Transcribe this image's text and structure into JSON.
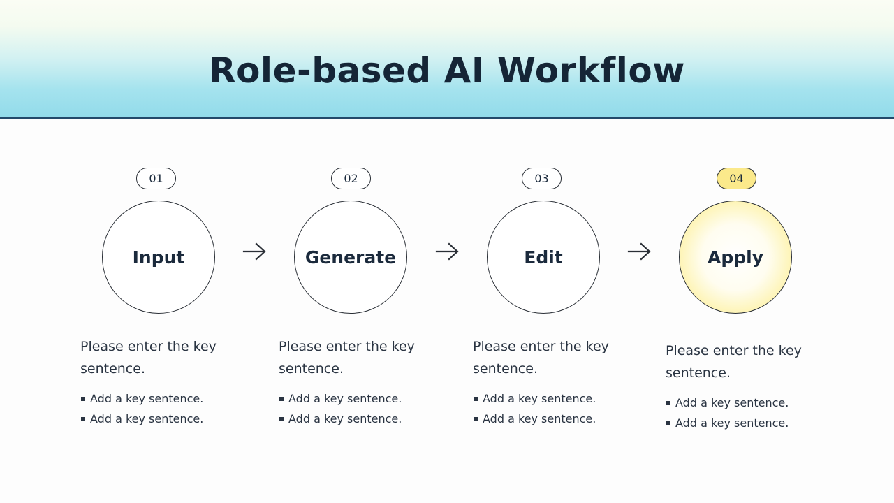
{
  "title": "Role-based AI Workflow",
  "steps": [
    {
      "num": "01",
      "label": "Input",
      "desc": "Please enter the key sentence.",
      "bullets": [
        "Add a key sentence.",
        "Add a key sentence."
      ]
    },
    {
      "num": "02",
      "label": "Generate",
      "desc": "Please enter the key sentence.",
      "bullets": [
        "Add a key sentence.",
        "Add a key sentence."
      ]
    },
    {
      "num": "03",
      "label": "Edit",
      "desc": "Please enter the key sentence.",
      "bullets": [
        "Add a key sentence.",
        "Add a key sentence."
      ]
    },
    {
      "num": "04",
      "label": "Apply",
      "desc": "Please enter the key sentence.",
      "bullets": [
        "Add a key sentence.",
        "Add a key sentence."
      ]
    }
  ],
  "colors": {
    "accent": "#fbe98b",
    "header_border": "#22496a",
    "text": "#1b2a3c"
  },
  "icons": {
    "connector": "arrow-right-icon"
  }
}
